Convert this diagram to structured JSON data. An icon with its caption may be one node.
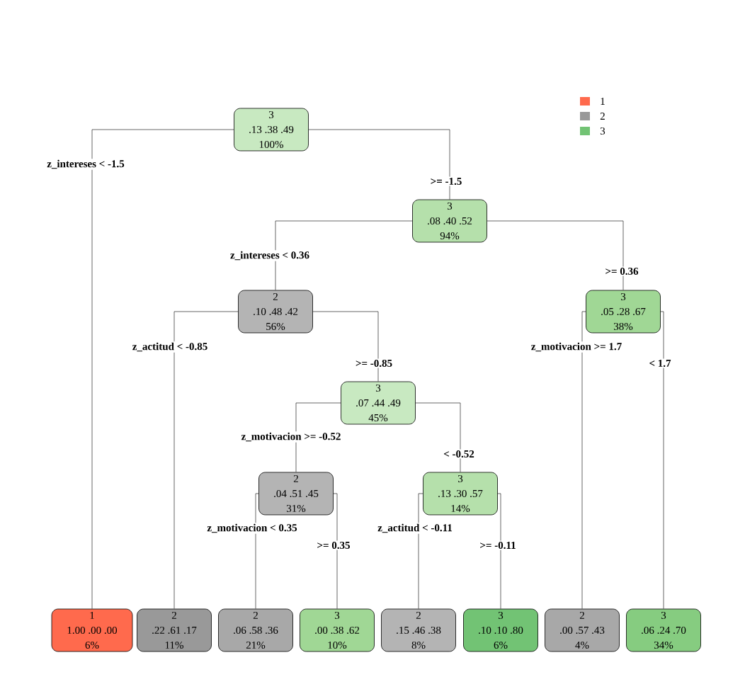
{
  "diagram": {
    "nodes": [
      {
        "text": [
          "3",
          ".13  .38  .49",
          "100%"
        ]
      },
      {
        "text": [
          "3",
          ".08  .40  .52",
          "94%"
        ]
      },
      {
        "text": [
          "2",
          ".10  .48  .42",
          "56%"
        ]
      },
      {
        "text": [
          "3",
          ".05  .28  .67",
          "38%"
        ]
      },
      {
        "text": [
          "3",
          ".07  .44  .49",
          "45%"
        ]
      },
      {
        "text": [
          "2",
          ".04  .51  .45",
          "31%"
        ]
      },
      {
        "text": [
          "3",
          ".13  .30  .57",
          "14%"
        ]
      },
      {
        "text": [
          "1",
          "1.00  .00  .00",
          "6%"
        ]
      },
      {
        "text": [
          "2",
          ".22  .61  .17",
          "11%"
        ]
      },
      {
        "text": [
          "2",
          ".06  .58  .36",
          "21%"
        ]
      },
      {
        "text": [
          "3",
          ".00  .38  .62",
          "10%"
        ]
      },
      {
        "text": [
          "2",
          ".15  .46  .38",
          "8%"
        ]
      },
      {
        "text": [
          "3",
          ".10  .10  .80",
          "6%"
        ]
      },
      {
        "text": [
          "2",
          ".00  .57  .43",
          "4%"
        ]
      },
      {
        "text": [
          "3",
          ".06  .24  .70",
          "34%"
        ]
      }
    ],
    "edges": [
      {
        "from": 0,
        "to": 7,
        "arrow": "none",
        "label": "z_intereses < -1.5"
      },
      {
        "from": 0,
        "to": 1,
        "arrow": "none",
        "label": ">= -1.5"
      },
      {
        "from": 1,
        "to": 2,
        "arrow": "none",
        "label": "z_intereses < 0.36"
      },
      {
        "from": 1,
        "to": 3,
        "arrow": "none",
        "label": ">= 0.36"
      },
      {
        "from": 2,
        "to": 8,
        "arrow": "none",
        "label": "z_actitud < -0.85"
      },
      {
        "from": 2,
        "to": 4,
        "arrow": "none",
        "label": ">= -0.85"
      },
      {
        "from": 4,
        "to": 5,
        "arrow": "none",
        "label": "z_motivacion >= -0.52"
      },
      {
        "from": 4,
        "to": 6,
        "arrow": "none",
        "label": "< -0.52"
      },
      {
        "from": 5,
        "to": 9,
        "arrow": "none",
        "label": "z_motivacion < 0.35"
      },
      {
        "from": 5,
        "to": 10,
        "arrow": "none",
        "label": ">= 0.35"
      },
      {
        "from": 6,
        "to": 11,
        "arrow": "none",
        "label": "z_actitud < -0.11"
      },
      {
        "from": 6,
        "to": 12,
        "arrow": "none",
        "label": ">= -0.11"
      },
      {
        "from": 3,
        "to": 13,
        "arrow": "none",
        "label": "z_motivacion >= 1.7"
      },
      {
        "from": 3,
        "to": 14,
        "arrow": "none",
        "label": "< 1.7"
      }
    ],
    "legend": [
      {
        "text": "1",
        "color": "#ff6a4d"
      },
      {
        "text": "2",
        "color": "#999999"
      },
      {
        "text": "3",
        "color": "#72c374"
      }
    ]
  }
}
